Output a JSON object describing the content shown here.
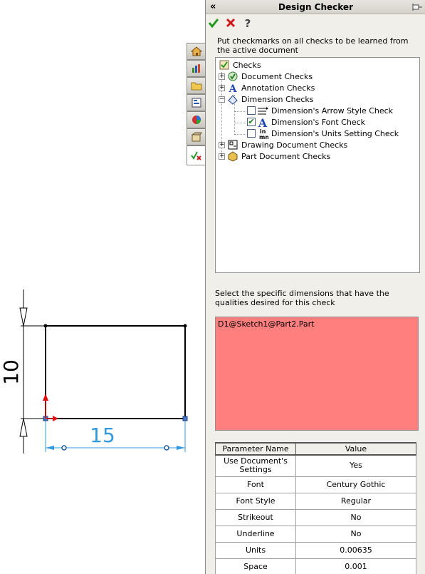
{
  "panel": {
    "title": "Design Checker",
    "collapse_icon": "double-chevron-left-icon",
    "pin_icon": "pin-icon"
  },
  "actions": {
    "ok_icon": "green-check-icon",
    "cancel_icon": "red-x-icon",
    "help_icon": "question-mark-icon"
  },
  "instructions": {
    "tree_prompt": "Put checkmarks on all checks to be learned from the active document",
    "selection_prompt": "Select the specific dimensions that have the qualities desired for this check"
  },
  "tree": {
    "root": "Checks",
    "document_checks": "Document Checks",
    "annotation_checks": "Annotation Checks",
    "dimension_checks": "Dimension Checks",
    "children": [
      {
        "label": "Dimension's Arrow Style Check",
        "checked": false
      },
      {
        "label": "Dimension's Font Check",
        "checked": true
      },
      {
        "label": "Dimension's Units Setting Check",
        "checked": false
      }
    ],
    "drawing_document_checks": "Drawing Document Checks",
    "part_document_checks": "Part Document Checks"
  },
  "selection": {
    "items": [
      "D1@Sketch1@Part2.Part"
    ],
    "background": "#ff7f7f"
  },
  "params": {
    "headers": [
      "Parameter Name",
      "Value"
    ],
    "rows": [
      {
        "name": "Use Document's Settings",
        "value": "Yes"
      },
      {
        "name": "Font",
        "value": "Century Gothic"
      },
      {
        "name": "Font Style",
        "value": "Regular"
      },
      {
        "name": "Strikeout",
        "value": "No"
      },
      {
        "name": "Underline",
        "value": "No"
      },
      {
        "name": "Units",
        "value": "0.00635"
      },
      {
        "name": "Space",
        "value": "0.001"
      }
    ]
  },
  "tabs": [
    "home-icon",
    "property-manager-icon",
    "folder-icon",
    "configuration-icon",
    "appearance-icon",
    "display-manager-icon",
    "design-checker-icon"
  ],
  "sketch": {
    "dim_vertical": "10",
    "dim_horizontal": "15",
    "dim_color": "#3399dd"
  }
}
